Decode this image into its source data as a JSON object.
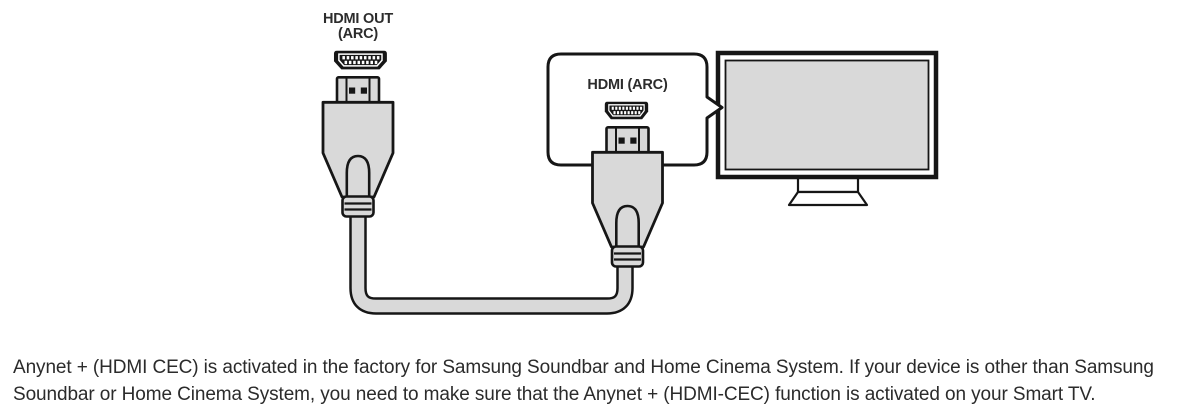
{
  "diagram": {
    "soundbar_port": {
      "label_line1": "HDMI OUT",
      "label_line2": "(ARC)"
    },
    "tv_callout": {
      "label": "HDMI (ARC)"
    },
    "icons": {
      "port_left": "hdmi-port-icon",
      "port_right": "hdmi-port-icon",
      "plug_left": "hdmi-plug-icon",
      "plug_right": "hdmi-plug-icon",
      "tv": "tv-icon"
    },
    "colors": {
      "outline": "#161616",
      "connector_fill": "#d9d9d9",
      "screen_fill": "#d9d9d9",
      "callout_fill": "#ffffff",
      "label_text": "#2c2c2c",
      "background": "#ffffff"
    }
  },
  "note": {
    "line1": "Anynet + (HDMI CEC) is activated in the factory for Samsung Soundbar and Home Cinema System. If your device is other than Samsung",
    "line2": "Soundbar or Home Cinema System, you need to make sure that the Anynet + (HDMI-CEC) function is activated on your Smart TV.",
    "text_color": "#2b2b2b"
  }
}
